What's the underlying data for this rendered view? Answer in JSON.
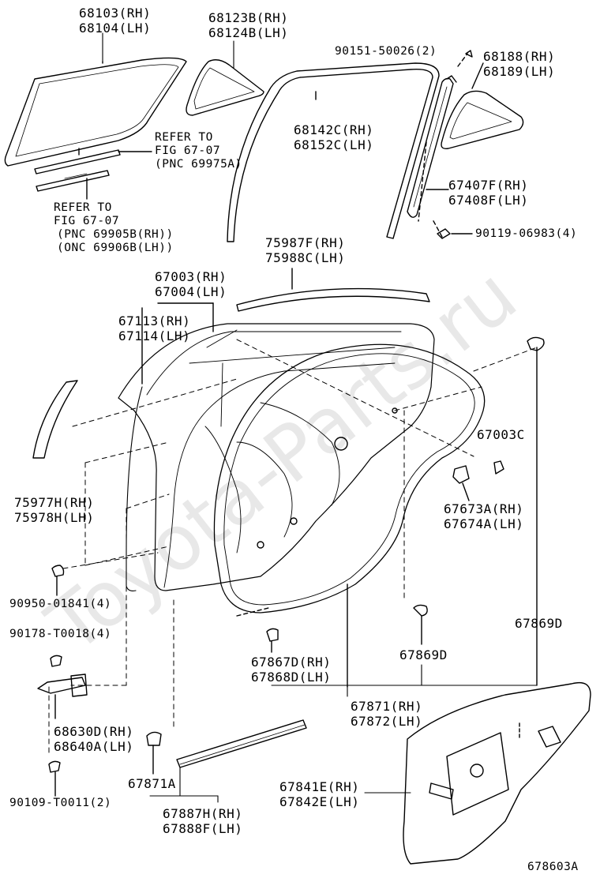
{
  "watermark": "Toyota-Parts.ru",
  "parts": {
    "glass_main": [
      "68103(RH)",
      "68104(LH)"
    ],
    "glass_quarter": [
      "68123B(RH)",
      "68124B(LH)"
    ],
    "screw_top": "90151-50026(2)",
    "quarter_window": [
      "68188(RH)",
      "68189(LH)"
    ],
    "refer_fig_upper": [
      "REFER TO",
      "FIG 67-07",
      "(PNC 69975A)"
    ],
    "run_channel": [
      "68142C(RH)",
      "68152C(LH)"
    ],
    "division_bar": [
      "67407F(RH)",
      "67408F(LH)"
    ],
    "refer_fig_lower": [
      "REFER TO",
      "FIG 67-07",
      "(PNC 69905B(RH))",
      "(ONC 69906B(LH))"
    ],
    "bolt_division": "90119-06983(4)",
    "moulding_belt": [
      "75987F(RH)",
      "75988C(LH)"
    ],
    "door_panel": [
      "67003(RH)",
      "67004(LH)"
    ],
    "door_sub": [
      "67113(RH)",
      "67114(LH)"
    ],
    "plug": "67003C",
    "tape_pillar": [
      "75977H(RH)",
      "75978H(LH)"
    ],
    "clip_retainer": [
      "67673A(RH)",
      "67674A(LH)"
    ],
    "bolt_check": "90950-01841(4)",
    "weatherstrip_clip": "67869D",
    "bolt_hinge": "90178-T0018(4)",
    "weatherstrip_inner": [
      "67867D(RH)",
      "67868D(LH)"
    ],
    "clip_869": "67869D",
    "weatherstrip_outer": [
      "67871(RH)",
      "67872(LH)"
    ],
    "check_assy": [
      "68630D(RH)",
      "68640A(LH)"
    ],
    "clip_871": "67871A",
    "service_hole_cover": [
      "67841E(RH)",
      "67842E(LH)"
    ],
    "bolt_bottom": "90109-T0011(2)",
    "weatherstrip_lower": [
      "67887H(RH)",
      "67888F(LH)"
    ],
    "figure_id": "678603A"
  }
}
